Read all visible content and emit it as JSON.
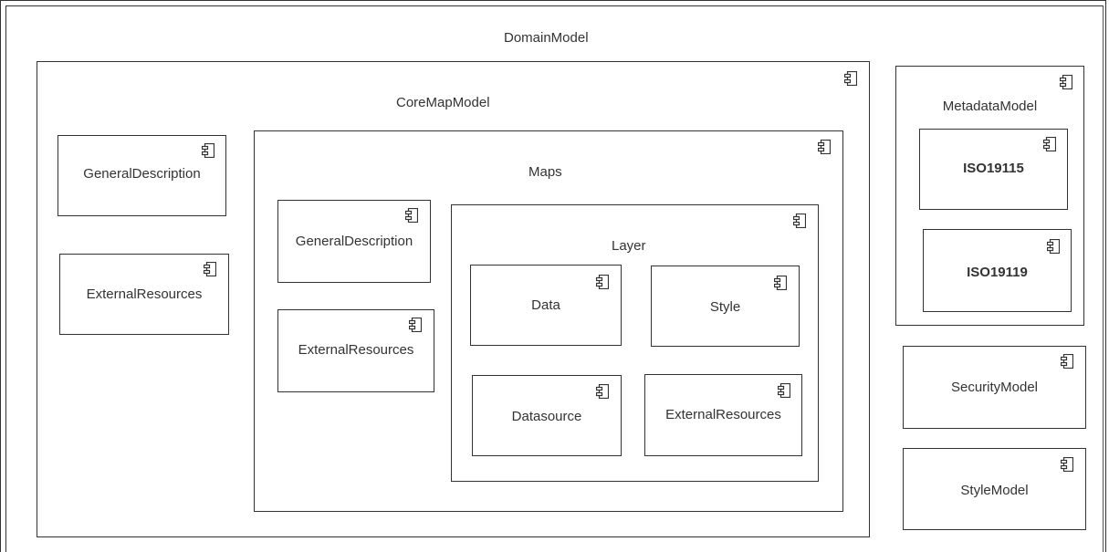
{
  "diagram": {
    "domain_model": "DomainModel",
    "core_map_model": {
      "title": "CoreMapModel",
      "general_description": "GeneralDescription",
      "external_resources": "ExternalResources",
      "maps": {
        "title": "Maps",
        "general_description": "GeneralDescription",
        "external_resources": "ExternalResources",
        "layer": {
          "title": "Layer",
          "data": "Data",
          "style": "Style",
          "datasource": "Datasource",
          "external_resources": "ExternalResources"
        }
      }
    },
    "metadata_model": {
      "title": "MetadataModel",
      "iso19115": "ISO19115",
      "iso19119": "ISO19119"
    },
    "security_model": "SecurityModel",
    "style_model": "StyleModel",
    "component_icon": "component-icon"
  }
}
